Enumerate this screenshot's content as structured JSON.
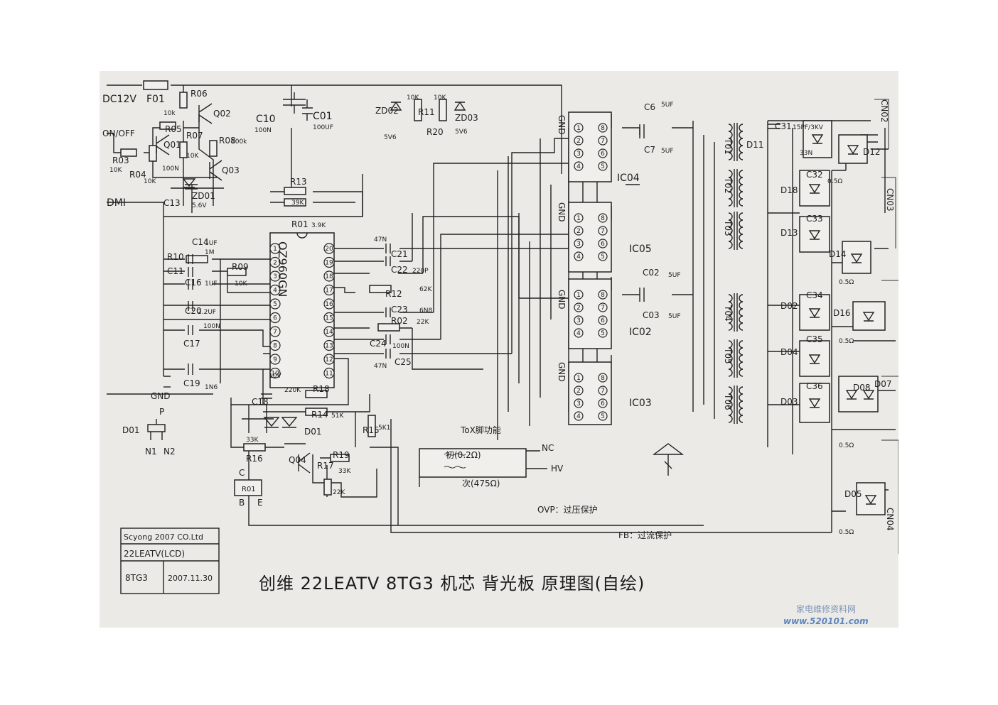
{
  "power": {
    "dc12v": "DC12V",
    "f01": "F01",
    "on_off": "ON/OFF",
    "dmi": "DMI",
    "gnd": "GND"
  },
  "components": {
    "r06": "R06",
    "r05": "R05",
    "r05_val": "10k",
    "q01": "Q01",
    "q02": "Q02",
    "q03": "Q03",
    "r07": "R07",
    "r07_val": "10K",
    "r08": "R08",
    "r08_val": "100k",
    "r03": "R03",
    "r03_val": "10K",
    "r04": "R04",
    "r04_val": "10K",
    "c13": "C13",
    "c13_val": "100N",
    "zd01": "ZD01",
    "zd01_val": "5.6V",
    "c10": "C10",
    "c10_val": "100N",
    "c01": "C01",
    "c01_val": "100UF",
    "zd02": "ZD02",
    "zd02_val": "5V6",
    "r11": "R11",
    "r11_val": "10K",
    "r20": "R20",
    "r20_val": "10K",
    "zd03": "ZD03",
    "zd03_val": "5V6",
    "r13": "R13",
    "r13_val": "39K",
    "r01": "R01",
    "r01_val": "3.9K",
    "c14": "C14",
    "c14_val": "1UF",
    "r10": "R10",
    "r10_val": "1M",
    "c11": "C11",
    "r09": "R09",
    "r09_val": "10K",
    "c16": "C16",
    "c16_val": "1UF",
    "c20": "C20",
    "c20_val": "2.2UF",
    "c17": "C17",
    "c17_val": "100N",
    "c19": "C19",
    "c19_val": "1N6",
    "c21": "C21",
    "c21_val": "47N",
    "c22": "C22",
    "c22_val": "220P",
    "r12": "R12",
    "r12_val": "62K",
    "c23": "C23",
    "c23_val": "6N8",
    "r02": "R02",
    "r02_val": "22K",
    "c24": "C24",
    "c24_val": "100N",
    "c25": "C25",
    "c25_val": "47N",
    "c18": "C18",
    "c18_val": "10V",
    "r18": "R18",
    "r18_val": "220K",
    "r14": "R14",
    "r14_val": "51K",
    "r15": "R15",
    "r15_val": "5K1",
    "d01": "D01",
    "r16": "R16",
    "r16_val": "33K",
    "q04": "Q04",
    "r19": "R19",
    "r19_val": "33K",
    "r17": "R17",
    "r17_val": "22K",
    "ic_label": "OZ960GN",
    "ic04": "IC04",
    "ic05": "IC05",
    "ic02": "IC02",
    "ic03": "IC03",
    "c6": "C6",
    "c6_val": "5UF",
    "c7": "C7",
    "c7_val": "5UF",
    "c02": "C02",
    "c02_val": "5UF",
    "c03": "C03",
    "c03_val": "5UF",
    "t01": "T01",
    "t02": "T02",
    "t03": "T03",
    "t04": "T04",
    "t05": "T05",
    "t06": "T06",
    "c31": "C31",
    "c31_val": "15PF/3KV",
    "c31_val2": "33N",
    "d11": "D11",
    "d12": "D12",
    "c32": "C32",
    "d18": "D18",
    "c33": "C33",
    "d13": "D13",
    "d14": "D14",
    "d02": "D02",
    "c34": "C34",
    "d16": "D16",
    "d04": "D04",
    "c35": "C35",
    "d03": "D03",
    "c36": "C36",
    "d08": "D08",
    "d07": "D07",
    "d05": "D05",
    "cn02": "CN02",
    "cn03": "CN03",
    "cn04": "CN04",
    "r_val": "0.5Ω",
    "pin_gnd": "GND"
  },
  "ic_pins": {
    "left": [
      "1",
      "2",
      "3",
      "4",
      "5",
      "6",
      "7",
      "8",
      "9",
      "10"
    ],
    "right": [
      "20",
      "19",
      "18",
      "17",
      "16",
      "15",
      "14",
      "13",
      "12",
      "11"
    ],
    "mos_left": [
      "1",
      "2",
      "3",
      "4"
    ],
    "mos_right": [
      "8",
      "7",
      "6",
      "5"
    ]
  },
  "legend": {
    "d01_symbol": "D01",
    "p": "P",
    "n1": "N1",
    "n2": "N2",
    "c": "C",
    "b": "B",
    "e": "E",
    "tx_func": "ToX脚功能",
    "primary": "初(0.2Ω)",
    "secondary": "次(475Ω)",
    "nc": "NC",
    "hv": "HV",
    "ovp": "OVP：过压保护",
    "fb": "FB：过流保护"
  },
  "titleblock": {
    "company": "Scyong 2007 CO.Ltd",
    "model": "22LEATV(LCD)",
    "chassis": "8TG3",
    "date": "2007.11.30"
  },
  "title": "创维 22LEATV 8TG3 机芯 背光板 原理图(自绘)",
  "watermark": {
    "line1": "家电维修资料网",
    "line2": "www.520101.com"
  }
}
